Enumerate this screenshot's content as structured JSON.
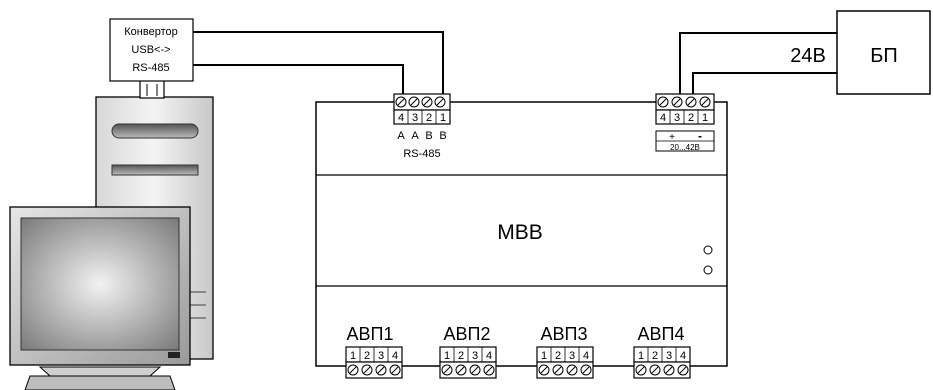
{
  "converter": {
    "line1": "Конвертор",
    "line2": "USB<->",
    "line3": "RS-485"
  },
  "power_supply": {
    "label": "БП",
    "voltage_label": "24В"
  },
  "module": {
    "label": "МВВ",
    "rs485_terminal": {
      "pins": [
        "4",
        "3",
        "2",
        "1"
      ],
      "pin_labels": [
        "A",
        "A",
        "B",
        "B"
      ],
      "caption": "RS-485"
    },
    "power_terminal": {
      "pins": [
        "4",
        "3",
        "2",
        "1"
      ],
      "plus": "+",
      "minus": "-",
      "range": "20...42В"
    },
    "inputs": [
      {
        "label": "АВП1",
        "pins": [
          "1",
          "2",
          "3",
          "4"
        ]
      },
      {
        "label": "АВП2",
        "pins": [
          "1",
          "2",
          "3",
          "4"
        ]
      },
      {
        "label": "АВП3",
        "pins": [
          "1",
          "2",
          "3",
          "4"
        ]
      },
      {
        "label": "АВП4",
        "pins": [
          "1",
          "2",
          "3",
          "4"
        ]
      }
    ]
  }
}
